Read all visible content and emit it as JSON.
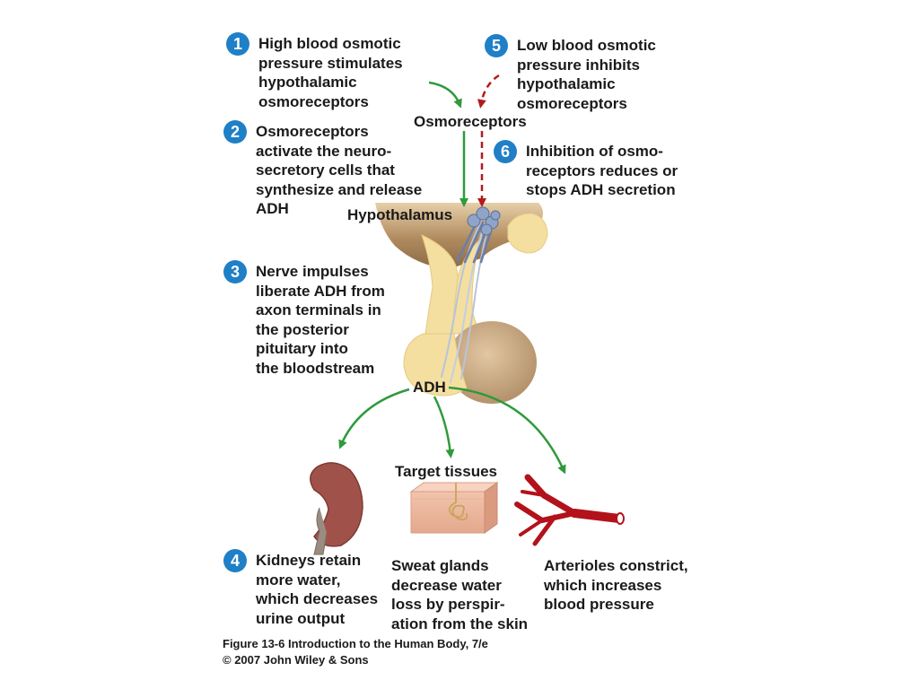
{
  "steps": [
    {
      "number": "1",
      "text": "High blood osmotic\npressure stimulates\nhypothalamic\nosmoreceptors"
    },
    {
      "number": "2",
      "text": "Osmoreceptors\nactivate the neuro-\nsecretory cells that\nsynthesize and release\nADH"
    },
    {
      "number": "3",
      "text": "Nerve impulses\nliberate ADH from\naxon terminals in\nthe posterior\npituitary into\nthe bloodstream"
    },
    {
      "number": "4",
      "text": "Kidneys retain\nmore water,\nwhich decreases\nurine output"
    },
    {
      "number": "5",
      "text": "Low blood osmotic\npressure inhibits\nhypothalamic\nosmoreceptors"
    },
    {
      "number": "6",
      "text": "Inhibition of osmo-\nreceptors reduces or\nstops ADH secretion"
    }
  ],
  "labels": {
    "osmoreceptors": "Osmoreceptors",
    "hypothalamus": "Hypothalamus",
    "adh": "ADH",
    "target_tissues": "Target tissues"
  },
  "outcomes": {
    "sweat_glands": "Sweat glands\ndecrease water\nloss by perspir-\nation from the skin",
    "arterioles": "Arterioles constrict,\nwhich increases\nblood pressure"
  },
  "caption": "Figure 13-6  Introduction to the Human Body, 7/e\n© 2007 John Wiley & Sons",
  "colors": {
    "badge": "#1f7fc7",
    "stimulate_arrow": "#2f9a3c",
    "inhibit_arrow": "#b01c1c",
    "tissue": "#f4dfa0",
    "kidney": "#a0524a",
    "vessel": "#b3121a"
  }
}
